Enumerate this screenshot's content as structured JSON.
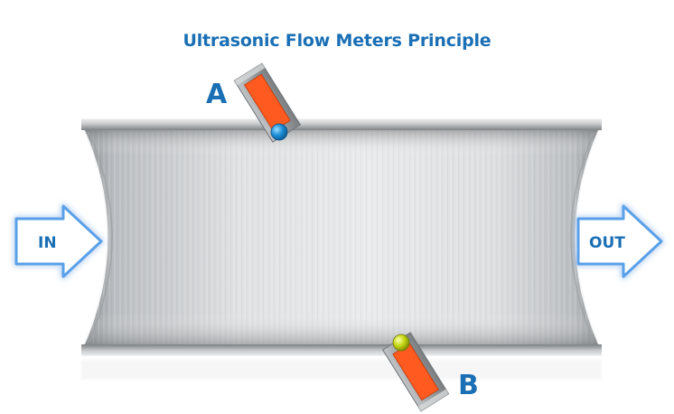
{
  "title": "Ultrasonic Flow Meters Principle",
  "labels": {
    "transducer_a": "A",
    "transducer_b": "B",
    "inlet": "IN",
    "outlet": "OUT"
  },
  "colors": {
    "title": "#1a6fb5",
    "label": "#1a6fb5",
    "transducer_body": "#ff5a1f",
    "transducer_frame": "#8f9397",
    "sensor_a": "#1e90d8",
    "sensor_b": "#c6d813",
    "arrow_outline": "#5aa0e8",
    "arrow_glow": "#a9d0f5",
    "pipe_light": "#f1f2f3",
    "pipe_dark": "#8f9396"
  },
  "icons": {
    "inlet_arrow": "right-arrow-icon",
    "outlet_arrow": "right-arrow-icon",
    "sensor_a": "sphere-icon",
    "sensor_b": "sphere-icon"
  }
}
